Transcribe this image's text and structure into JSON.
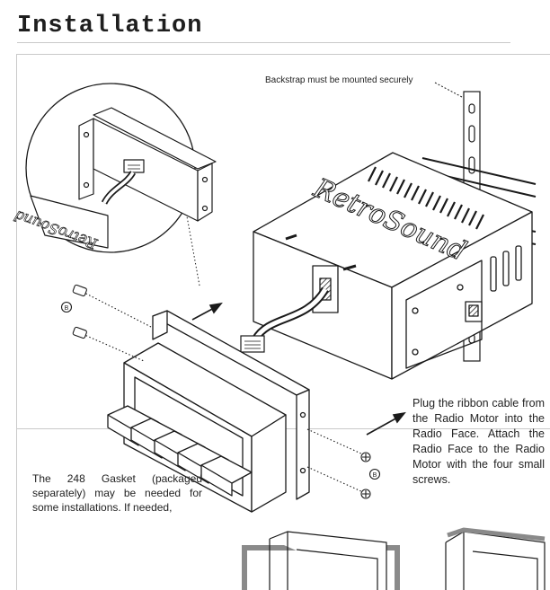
{
  "page": {
    "title": "Installation"
  },
  "diagram": {
    "callout_backstrap": "Backstrap must be mounted securely",
    "brand_logo_text": "RetroSound",
    "screw_labels": [
      "B",
      "B"
    ]
  },
  "instructions": {
    "text": "Plug the ribbon cable from the Radio Motor into the Radio Face. Attach the Radio Face to the Radio Motor with the four small screws."
  },
  "gasket_note": {
    "text": "The 248 Gasket (packaged separately) may be needed for some installations. If needed,"
  },
  "colors": {
    "ink": "#1a1a1a",
    "rule": "#c9c9c9",
    "gasket": "#8a8a8a"
  }
}
